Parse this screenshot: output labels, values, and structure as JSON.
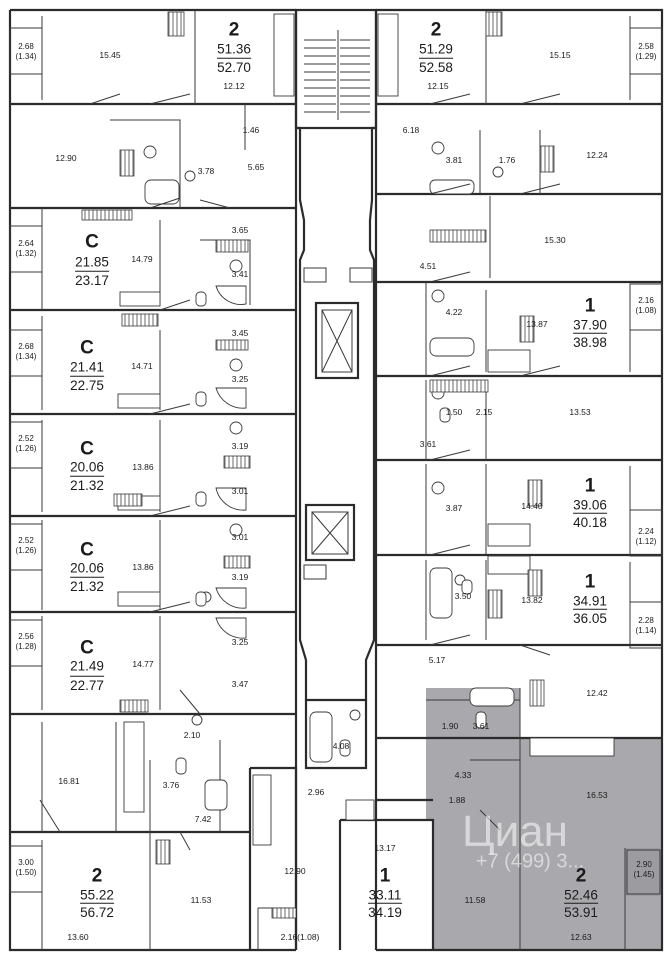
{
  "units": [
    {
      "id": "u1",
      "rooms": "2",
      "living": "51.36",
      "total": "52.70"
    },
    {
      "id": "u2",
      "rooms": "2",
      "living": "51.29",
      "total": "52.58"
    },
    {
      "id": "u3",
      "rooms": "С",
      "living": "21.85",
      "total": "23.17"
    },
    {
      "id": "u4",
      "rooms": "С",
      "living": "21.41",
      "total": "22.75"
    },
    {
      "id": "u5",
      "rooms": "С",
      "living": "20.06",
      "total": "21.32"
    },
    {
      "id": "u6",
      "rooms": "С",
      "living": "20.06",
      "total": "21.32"
    },
    {
      "id": "u7",
      "rooms": "С",
      "living": "21.49",
      "total": "22.77"
    },
    {
      "id": "u8",
      "rooms": "1",
      "living": "37.90",
      "total": "38.98"
    },
    {
      "id": "u9",
      "rooms": "1",
      "living": "39.06",
      "total": "40.18"
    },
    {
      "id": "u10",
      "rooms": "1",
      "living": "34.91",
      "total": "36.05"
    },
    {
      "id": "u11",
      "rooms": "2",
      "living": "55.22",
      "total": "56.72"
    },
    {
      "id": "u12",
      "rooms": "1",
      "living": "33.11",
      "total": "34.19"
    },
    {
      "id": "u13",
      "rooms": "2",
      "living": "52.46",
      "total": "53.91"
    }
  ],
  "room_areas": [
    "15.45",
    "12.12",
    "1.46",
    "12.90",
    "3.78",
    "5.65",
    "15.15",
    "12.15",
    "6.18",
    "3.81",
    "1.76",
    "12.24",
    "14.79",
    "3.65",
    "3.41",
    "15.30",
    "4.51",
    "14.71",
    "3.45",
    "3.25",
    "4.22",
    "13.87",
    "13.86",
    "3.19",
    "3.01",
    "1.50",
    "2.15",
    "13.53",
    "3.61",
    "13.86",
    "3.01",
    "3.19",
    "3.87",
    "14.40",
    "14.77",
    "3.25",
    "3.47",
    "3.50",
    "13.82",
    "5.17",
    "12.42",
    "16.81",
    "2.10",
    "3.76",
    "7.42",
    "4.08",
    "2.96",
    "1.90",
    "3.61",
    "4.33",
    "1.88",
    "16.53",
    "11.53",
    "13.60",
    "12.90",
    "13.17",
    "11.58",
    "12.63"
  ],
  "balconies": [
    {
      "id": "b1",
      "area": "2.68",
      "reduced": "(1.34)"
    },
    {
      "id": "b2",
      "area": "2.58",
      "reduced": "(1.29)"
    },
    {
      "id": "b3",
      "area": "2.64",
      "reduced": "(1.32)"
    },
    {
      "id": "b4",
      "area": "2.68",
      "reduced": "(1.34)"
    },
    {
      "id": "b5",
      "area": "2.16",
      "reduced": "(1.08)"
    },
    {
      "id": "b6",
      "area": "2.52",
      "reduced": "(1.26)"
    },
    {
      "id": "b7",
      "area": "2.52",
      "reduced": "(1.26)"
    },
    {
      "id": "b8",
      "area": "2.24",
      "reduced": "(1.12)"
    },
    {
      "id": "b9",
      "area": "2.56",
      "reduced": "(1.28)"
    },
    {
      "id": "b10",
      "area": "2.28",
      "reduced": "(1.14)"
    },
    {
      "id": "b11",
      "area": "3.00",
      "reduced": "(1.50)"
    },
    {
      "id": "b12",
      "area": "2.90",
      "reduced": "(1.45)"
    }
  ],
  "inline_balcony": "2.16(1.08)",
  "highlight_color": "#a9a9ad",
  "watermark": {
    "brand": "Циан",
    "phone": "+7 (499) 3..."
  }
}
